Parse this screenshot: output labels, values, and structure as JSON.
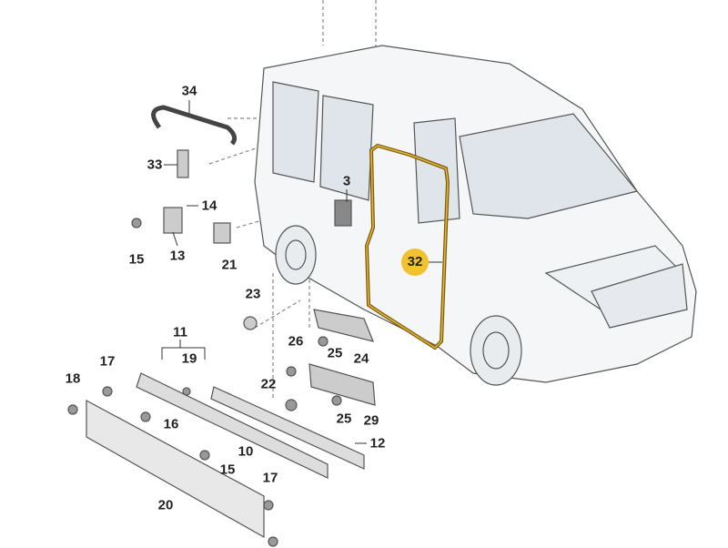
{
  "diagram": {
    "highlight_color": "#f2c12e",
    "seal_color": "#7a5a12",
    "highlighted_part": "32",
    "labels": [
      "34",
      "33",
      "14",
      "13",
      "15",
      "21",
      "3",
      "32",
      "23",
      "11",
      "19",
      "17",
      "18",
      "26",
      "25",
      "24",
      "22",
      "16",
      "10",
      "15",
      "12",
      "25",
      "29",
      "17",
      "20"
    ]
  }
}
